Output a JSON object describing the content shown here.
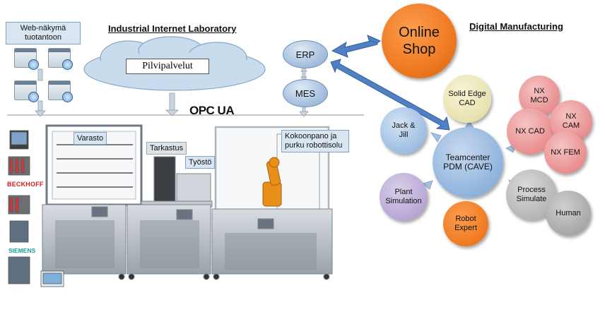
{
  "titles": {
    "lab": "Industrial Internet Laboratory",
    "digital": "Digital Manufacturing"
  },
  "left": {
    "web_view": "Web-näkymä tuotantoon",
    "cloud": "Pilvipalvelut",
    "opc": "OPC UA",
    "beckhoff": "BECKHOFF",
    "siemens": "SIEMENS"
  },
  "stations": {
    "varasto": "Varasto",
    "tarkastus": "Tarkastus",
    "tyosto": "Työstö",
    "kokoonpano": "Kokoonpano ja purku robottisolu"
  },
  "systems": {
    "erp": "ERP",
    "mes": "MES",
    "online_shop": "Online Shop"
  },
  "nodes": {
    "center": "Teamcenter PDM (CAVE)",
    "solid_edge": "Solid Edge CAD",
    "jack_jill": "Jack & Jill",
    "plant_sim": "Plant Simulation",
    "robot_expert": "Robot Expert",
    "process_sim": "Process Simulate",
    "human": "Human",
    "nx_mcd": "NX MCD",
    "nx_cad": "NX CAD",
    "nx_cam": "NX CAM",
    "nx_fem": "NX FEM"
  },
  "colors": {
    "blue_node": "#8fb3dc",
    "yellow_node": "#e8e2b0",
    "purple_node": "#b7a6d4",
    "orange_node": "#f07a22",
    "gray_node": "#b5b5b5",
    "red_node": "#e98e8e",
    "arrow_blue": "#4f7fc4"
  }
}
